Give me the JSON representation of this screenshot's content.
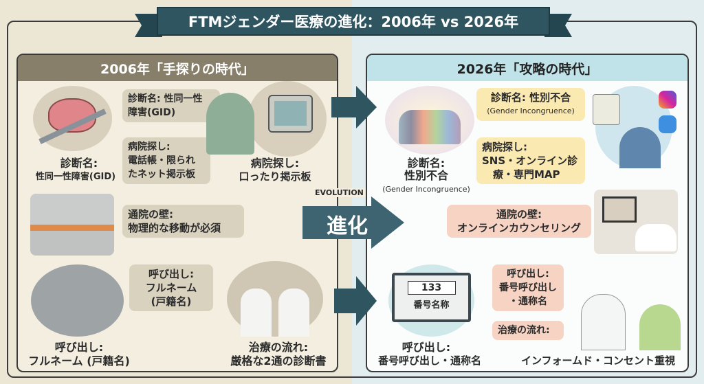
{
  "title": "FTMジェンダー医療の進化：2006年 vs 2026年",
  "evolution": {
    "label_en": "EVOLUTION",
    "label_jp": "進化"
  },
  "left": {
    "header": "2006年「手探りの時代」",
    "diag_label": [
      "診断名:",
      "性同一性障害(GID)"
    ],
    "diag_box": [
      "診断名: 性同一性",
      "障害(GID)"
    ],
    "hospital_box": [
      "病院探し:",
      "電話帳・限られ",
      "たネット掲示板"
    ],
    "hospital_label": [
      "病院探し:",
      "口ったり掲示板"
    ],
    "commute_box": [
      "通院の壁:",
      "物理的な移動が必須"
    ],
    "call_bubble": [
      "呼び出し:",
      "フルネーム",
      "(戸籍名)"
    ],
    "call_label": [
      "呼び出し:",
      "フルネーム (戸籍名)"
    ],
    "treatment_label": [
      "治療の流れ:",
      "厳格な2通の診断書"
    ]
  },
  "right": {
    "header": "2026年「攻略の時代」",
    "diag_label": [
      "診断名:",
      "性別不合",
      "(Gender Incongruence)"
    ],
    "diag_box": [
      "診断名: 性別不合",
      "(Gender Incongruence)"
    ],
    "hospital_box": [
      "病院探し:",
      "SNS・オンライン診",
      "療・専門MAP"
    ],
    "commute_box": [
      "通院の壁:",
      "オンラインカウンセリング"
    ],
    "monitor": {
      "number": "133",
      "caption": "番号名称"
    },
    "call_box": [
      "呼び出し:",
      "番号呼び出し",
      "・通称名"
    ],
    "treatment_box": "治療の流れ:",
    "call_label": [
      "呼び出し:",
      "番号呼び出し・通称名"
    ],
    "treatment_label": "インフォームド・コンセント重視"
  },
  "colors": {
    "teal": "#2f5561",
    "left_header": "#877f6a",
    "right_header": "#bfe3e9",
    "yellow": "#fbe9b2",
    "peach": "#f6d3c2",
    "gray": "#d9d2bf"
  }
}
